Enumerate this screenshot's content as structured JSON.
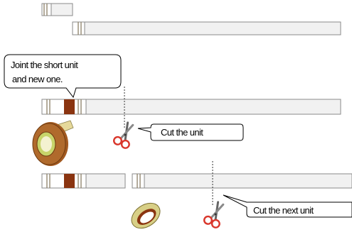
{
  "callouts": {
    "joint_line1": "Joint the short unit",
    "joint_line2": "and new one.",
    "cut_unit": "Cut the unit",
    "cut_next_unit": "Cut the next unit"
  },
  "colors": {
    "strip_fill": "#f1f1f1",
    "strip_border": "#8a8a8a",
    "splice_tape": "#8a3410",
    "tape_roll": "#b06a2c",
    "tape_core": "#c7d46a",
    "scissors_handle": "#d9362b"
  },
  "icons": [
    "tape-roll-icon",
    "scissors-icon",
    "tape-ring-icon"
  ]
}
